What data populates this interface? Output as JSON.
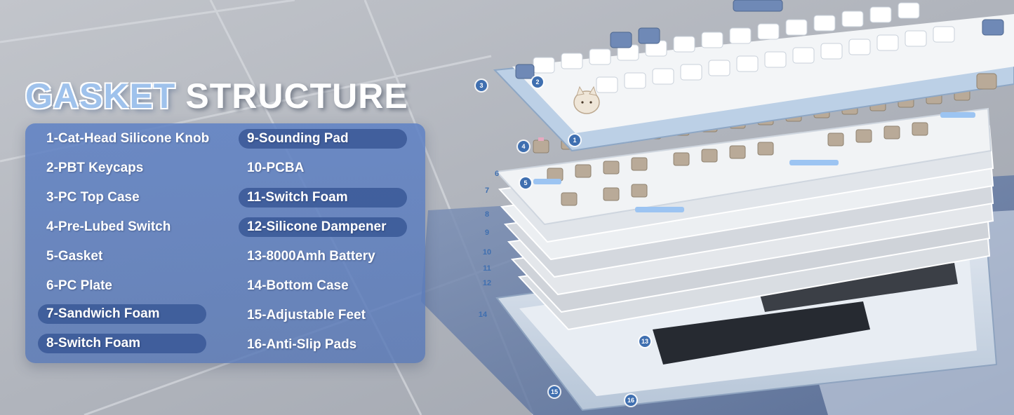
{
  "title": {
    "part1": "GASKET",
    "part2": "STRUCTURE"
  },
  "components": [
    {
      "label": "1-Cat-Head Silicone Knob"
    },
    {
      "label": "2-PBT Keycaps"
    },
    {
      "label": "3-PC Top Case"
    },
    {
      "label": "4-Pre-Lubed Switch"
    },
    {
      "label": "5-Gasket"
    },
    {
      "label": "6-PC Plate"
    },
    {
      "label": "7-Sandwich Foam"
    },
    {
      "label": "8-Switch Foam"
    },
    {
      "label": "9-Sounding Pad"
    },
    {
      "label": "10-PCBA"
    },
    {
      "label": "11-Switch Foam"
    },
    {
      "label": "12-Silicone Dampener"
    },
    {
      "label": "13-8000Amh Battery"
    },
    {
      "label": "14-Bottom Case"
    },
    {
      "label": "15-Adjustable Feet"
    },
    {
      "label": "16-Anti-Slip Pads"
    }
  ],
  "callouts": [
    "1",
    "2",
    "3",
    "4",
    "5",
    "6",
    "7",
    "8",
    "9",
    "10",
    "11",
    "12",
    "13",
    "14",
    "15",
    "16"
  ],
  "colors": {
    "panel": "#5f82c4",
    "pill": "#3a5896",
    "callout": "#3f6fb0",
    "title_accent": "#9fc2ec"
  }
}
